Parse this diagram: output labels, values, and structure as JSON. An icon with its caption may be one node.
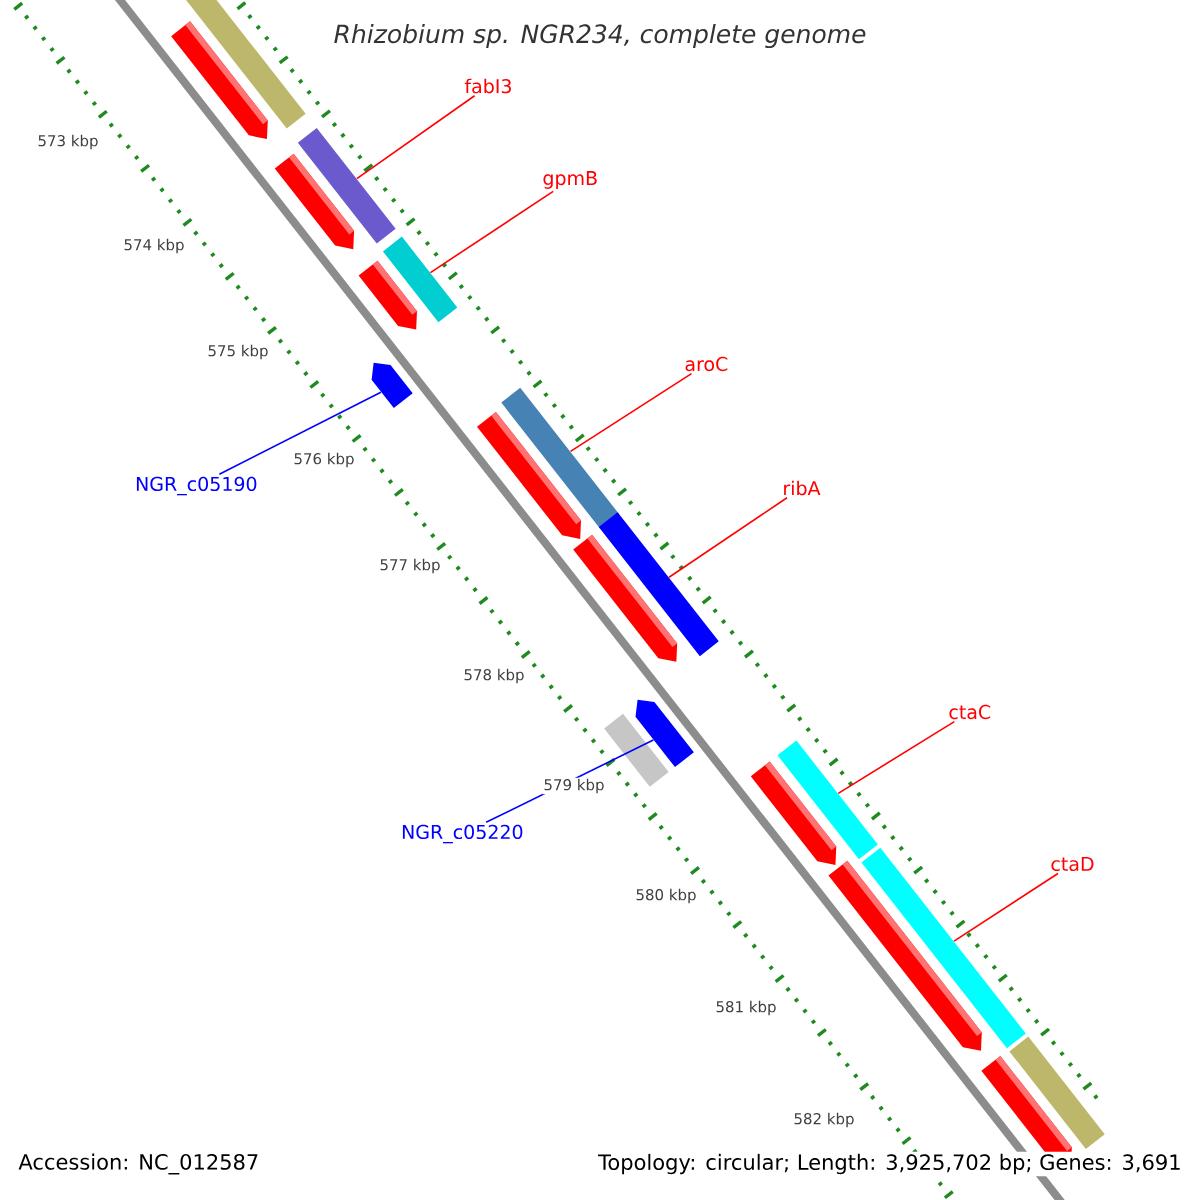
{
  "diagram": {
    "title": "*Rhizobium sp.* NGR234, complete genome",
    "nodes": [
      {
        "text": [
          "fabI3"
        ]
      },
      {
        "text": [
          "gpmB"
        ]
      },
      {
        "text": [
          "aroC"
        ]
      },
      {
        "text": [
          "ribA"
        ]
      },
      {
        "text": [
          "ctaC"
        ]
      },
      {
        "text": [
          "ctaD"
        ]
      },
      {
        "text": [
          "NGR_c05190"
        ]
      },
      {
        "text": [
          "NGR_c05220"
        ]
      },
      {
        "text": [],
        "shape": "bar"
      },
      {
        "text": [],
        "shape": "bar"
      },
      {
        "text": [],
        "shape": "bar"
      },
      {
        "text": [],
        "shape": "bar"
      },
      {
        "text": [],
        "shape": "bar"
      },
      {
        "text": [],
        "shape": "bar"
      },
      {
        "text": [],
        "shape": "arrow"
      },
      {
        "text": [],
        "shape": "arrow"
      }
    ],
    "edges": [
      {
        "from": 0,
        "to": 8,
        "arrow": "none"
      },
      {
        "from": 1,
        "to": 9,
        "arrow": "none"
      },
      {
        "from": 2,
        "to": 10,
        "arrow": "none"
      },
      {
        "from": 3,
        "to": 11,
        "arrow": "none"
      },
      {
        "from": 4,
        "to": 12,
        "arrow": "none"
      },
      {
        "from": 5,
        "to": 13,
        "arrow": "none"
      },
      {
        "from": 6,
        "to": 14,
        "arrow": "none",
        "color": "#0000ff"
      },
      {
        "from": 7,
        "to": 15,
        "arrow": "none",
        "color": "#0000ff"
      }
    ],
    "labels": [
      "573 kbp",
      "574 kbp",
      "575 kbp",
      "576 kbp",
      "577 kbp",
      "578 kbp",
      "579 kbp",
      "580 kbp",
      "581 kbp",
      "582 kbp",
      "Accession: NC_012587",
      "Topology: circular; Length: 3,925,702 bp; Genes: 3,691"
    ]
  }
}
